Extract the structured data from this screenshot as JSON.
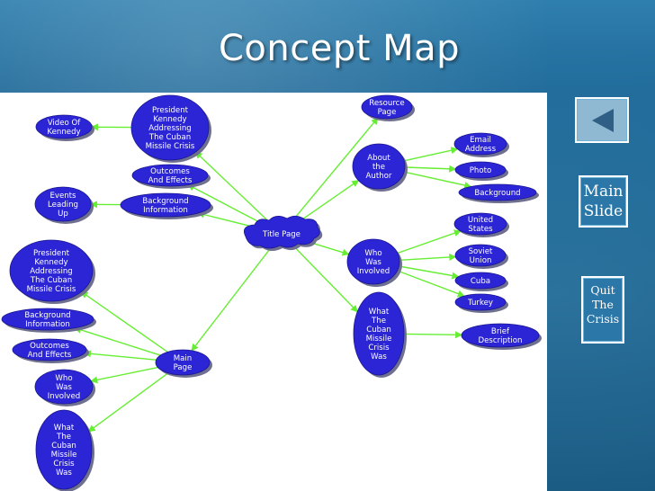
{
  "slide": {
    "title": "Concept Map"
  },
  "navigation": {
    "back_icon": "triangle-left-icon",
    "main_lines": [
      "Main",
      "Slide"
    ],
    "quit_lines": [
      "Quit",
      "The",
      "Crisis"
    ]
  },
  "colors": {
    "node_fill": "#2b25d6",
    "node_shadow": "#6f6f8f",
    "connector": "#66ee33",
    "background": "#1f6a9a",
    "map_background": "#ffffff"
  },
  "concept_map": {
    "nodes": [
      {
        "id": "title-page",
        "lines": [
          "Title Page"
        ]
      },
      {
        "id": "resource-page",
        "lines": [
          "Resource",
          "Page"
        ]
      },
      {
        "id": "about-author",
        "lines": [
          "About",
          "the",
          "Author"
        ]
      },
      {
        "id": "email-address",
        "lines": [
          "Email",
          "Address"
        ]
      },
      {
        "id": "photo",
        "lines": [
          "Photo"
        ]
      },
      {
        "id": "background-r",
        "lines": [
          "Background"
        ]
      },
      {
        "id": "who-was-involved-r",
        "lines": [
          "Who",
          "Was",
          "Involved"
        ]
      },
      {
        "id": "united-states",
        "lines": [
          "United",
          "States"
        ]
      },
      {
        "id": "soviet-union",
        "lines": [
          "Soviet",
          "Union"
        ]
      },
      {
        "id": "cuba",
        "lines": [
          "Cuba"
        ]
      },
      {
        "id": "turkey",
        "lines": [
          "Turkey"
        ]
      },
      {
        "id": "what-crisis-r",
        "lines": [
          "What",
          "The",
          "Cuban",
          "Missile",
          "Crisis",
          "Was"
        ]
      },
      {
        "id": "brief-description",
        "lines": [
          "Brief",
          "Description"
        ]
      },
      {
        "id": "president-top",
        "lines": [
          "President",
          "Kennedy",
          "Addressing",
          "The Cuban",
          "Missile Crisis"
        ]
      },
      {
        "id": "video-kennedy",
        "lines": [
          "Video Of",
          "Kennedy"
        ]
      },
      {
        "id": "outcomes-top",
        "lines": [
          "Outcomes",
          "And Effects"
        ]
      },
      {
        "id": "background-info-top",
        "lines": [
          "Background",
          "Information"
        ]
      },
      {
        "id": "events-leading",
        "lines": [
          "Events",
          "Leading",
          "Up"
        ]
      },
      {
        "id": "main-page",
        "lines": [
          "Main",
          "Page"
        ]
      },
      {
        "id": "president-left",
        "lines": [
          "President",
          "Kennedy",
          "Addressing",
          "The Cuban",
          "Missile Crisis"
        ]
      },
      {
        "id": "background-info-left",
        "lines": [
          "Background",
          "Information"
        ]
      },
      {
        "id": "outcomes-left",
        "lines": [
          "Outcomes",
          "And Effects"
        ]
      },
      {
        "id": "who-was-involved-l",
        "lines": [
          "Who",
          "Was",
          "Involved"
        ]
      },
      {
        "id": "what-crisis-l",
        "lines": [
          "What",
          "The",
          "Cuban",
          "Missile",
          "Crisis",
          "Was"
        ]
      }
    ],
    "edges": [
      [
        "title-page",
        "resource-page"
      ],
      [
        "title-page",
        "about-author"
      ],
      [
        "about-author",
        "email-address"
      ],
      [
        "about-author",
        "photo"
      ],
      [
        "about-author",
        "background-r"
      ],
      [
        "title-page",
        "who-was-involved-r"
      ],
      [
        "who-was-involved-r",
        "united-states"
      ],
      [
        "who-was-involved-r",
        "soviet-union"
      ],
      [
        "who-was-involved-r",
        "cuba"
      ],
      [
        "who-was-involved-r",
        "turkey"
      ],
      [
        "title-page",
        "what-crisis-r"
      ],
      [
        "what-crisis-r",
        "brief-description"
      ],
      [
        "title-page",
        "president-top"
      ],
      [
        "president-top",
        "video-kennedy"
      ],
      [
        "title-page",
        "outcomes-top"
      ],
      [
        "title-page",
        "background-info-top"
      ],
      [
        "background-info-top",
        "events-leading"
      ],
      [
        "title-page",
        "main-page"
      ],
      [
        "main-page",
        "president-left"
      ],
      [
        "main-page",
        "background-info-left"
      ],
      [
        "main-page",
        "outcomes-left"
      ],
      [
        "main-page",
        "who-was-involved-l"
      ],
      [
        "main-page",
        "what-crisis-l"
      ]
    ]
  }
}
